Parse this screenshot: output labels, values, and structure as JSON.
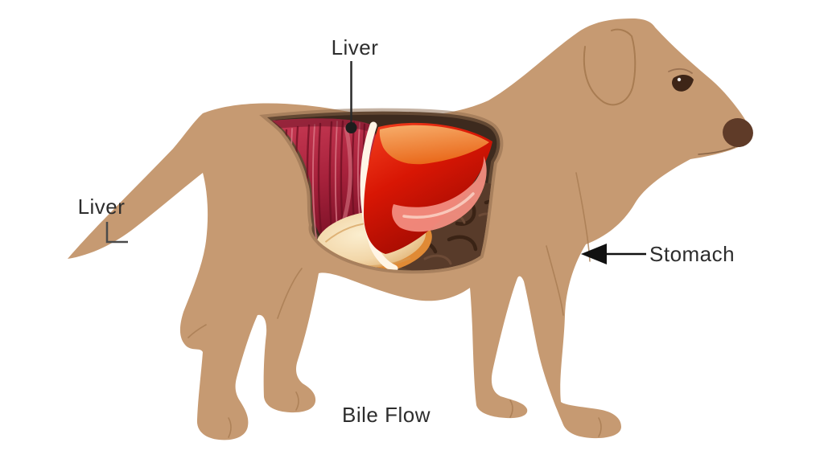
{
  "labels": {
    "liver_top": "Liver",
    "liver_left": "Liver",
    "stomach": "Stomach",
    "bile_flow": "Bile Flow"
  },
  "icons": {
    "stomach_arrow": "arrow-left-icon",
    "liver_pointer": "pointer-line-with-dot",
    "liver_left_bracket": "corner-bracket"
  },
  "colors": {
    "background": "#ffffff",
    "label_text": "#2d2d2d",
    "pointer_black": "#1f1f1f",
    "dog_body_tan": "#c69a72",
    "body_line_brown": "#a87c52",
    "cavity_dark_brown": "#3d2a1e",
    "cavity_edge_brown": "#8a6547",
    "stomach_mass_brown": "#583b2a",
    "stomach_fold_dark": "#3a2315",
    "stomach_fold_light": "#6f4d38",
    "liver_striated_red": "#b02a45",
    "liver_striation_dark": "#6e0f22",
    "liver_striation_light": "#dd7b89",
    "liver_glossy_red": "#d81604",
    "liver_orange": "#ec7527",
    "liver_highlight_pink": "#f28d7f",
    "liver_outline_cream": "#fff5e6",
    "gallbladder_cream": "#f4dcb2",
    "gallbladder_rim_orange": "#e08a35",
    "nose_brown": "#5f3b28",
    "eye_brown": "#3e2517"
  }
}
